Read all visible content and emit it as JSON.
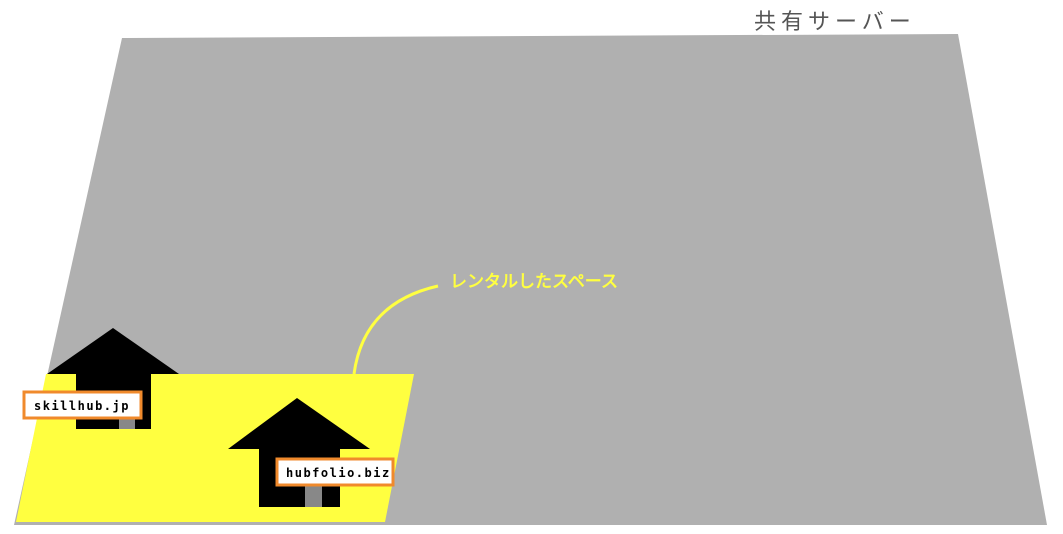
{
  "server": {
    "title": "共有サーバー",
    "fill_color": "#b0b0b0"
  },
  "rented_space": {
    "label": "レンタルしたスペース",
    "fill_color": "#ffff40",
    "callout_color": "#ffff40"
  },
  "sites": [
    {
      "domain": "skillhub.jp",
      "icon": "house-icon"
    },
    {
      "domain": "hubfolio.biz",
      "icon": "house-icon"
    }
  ],
  "colors": {
    "house": "#000000",
    "door": "#888888",
    "label_border": "#f08a2c",
    "label_bg": "#ffffff"
  }
}
